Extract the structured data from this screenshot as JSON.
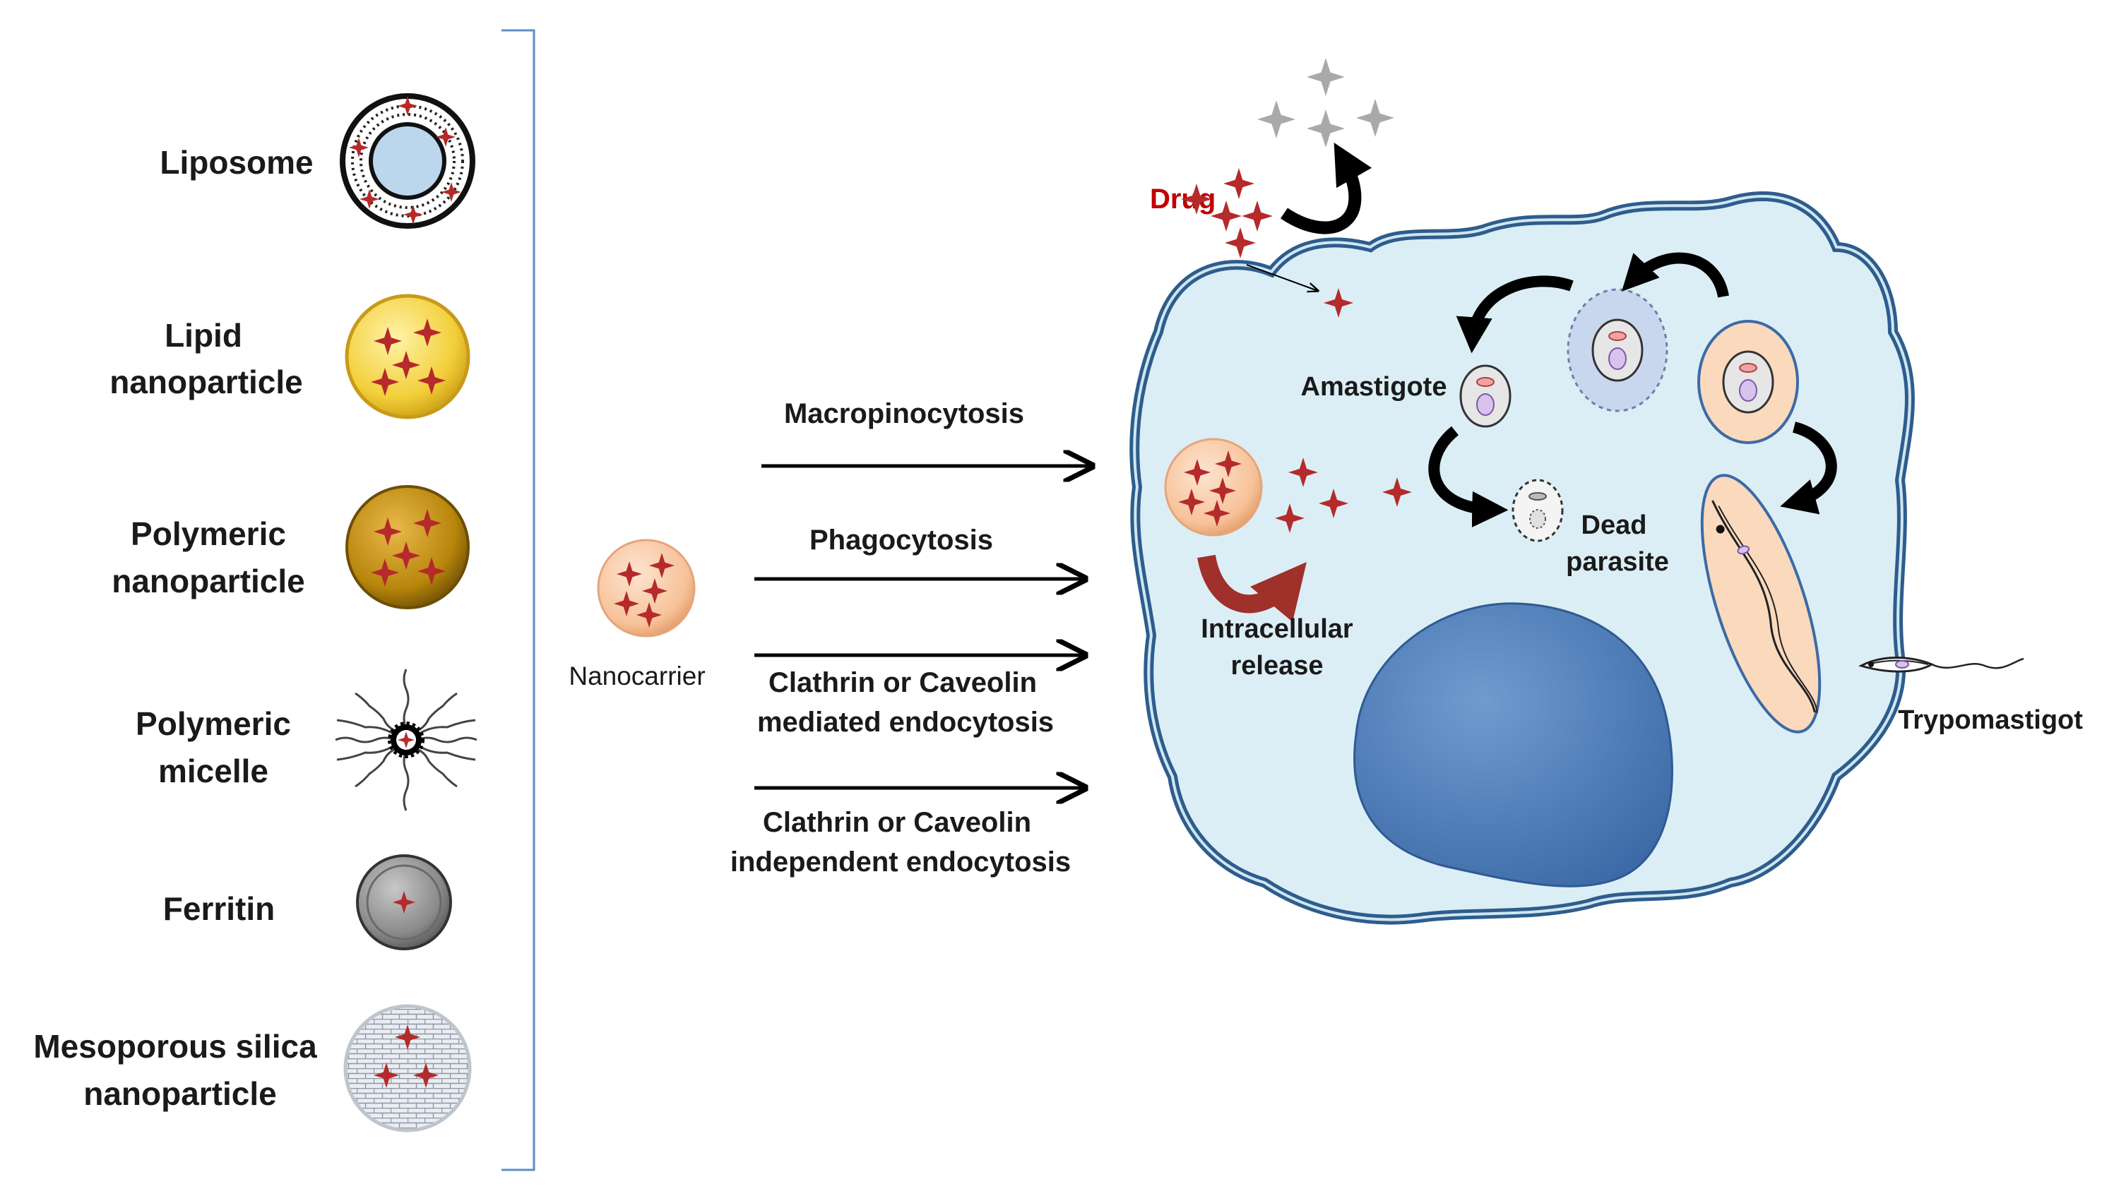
{
  "carriers": [
    {
      "name": "liposome",
      "label_lines": [
        "Liposome"
      ]
    },
    {
      "name": "lipid-nanoparticle",
      "label_lines": [
        "Lipid",
        "nanoparticle"
      ]
    },
    {
      "name": "polymeric-nanoparticle",
      "label_lines": [
        "Polymeric",
        "nanoparticle"
      ]
    },
    {
      "name": "polymeric-micelle",
      "label_lines": [
        "Polymeric",
        "micelle"
      ]
    },
    {
      "name": "ferritin",
      "label_lines": [
        "Ferritin"
      ]
    },
    {
      "name": "mesoporous-silica-nanoparticle",
      "label_lines": [
        "Mesoporous silica",
        "nanoparticle"
      ]
    }
  ],
  "nanocarrier_label": "Nanocarrier",
  "routes": [
    {
      "name": "macropinocytosis",
      "label_lines": [
        "Macropinocytosis"
      ]
    },
    {
      "name": "phagocytosis",
      "label_lines": [
        "Phagocytosis"
      ]
    },
    {
      "name": "clathrin-mediated",
      "label_lines": [
        "Clathrin or Caveolin",
        "mediated endocytosis"
      ]
    },
    {
      "name": "clathrin-independent",
      "label_lines": [
        "Clathrin or Caveolin",
        "independent endocytosis"
      ]
    }
  ],
  "cell": {
    "drug_label": "Drug",
    "amastigote_label": "Amastigote",
    "dead_parasite_lines": [
      "Dead",
      "parasite"
    ],
    "release_lines": [
      "Intracellular",
      "release"
    ],
    "trypomastigot_label": "Trypomastigot"
  },
  "colors": {
    "drug_star": "#b52a2a",
    "drug_text": "#c00000",
    "cell_fill": "#dbeef6",
    "cell_stroke": "#2e5d8c",
    "nucleus": "#4a7ab4",
    "nanocarrier": "#f7c29a",
    "lipid_np": "#f2cf3a",
    "polymeric_np": "#b8860b",
    "release_arrow": "#a0302a",
    "bracket": "#5b8fc7"
  }
}
